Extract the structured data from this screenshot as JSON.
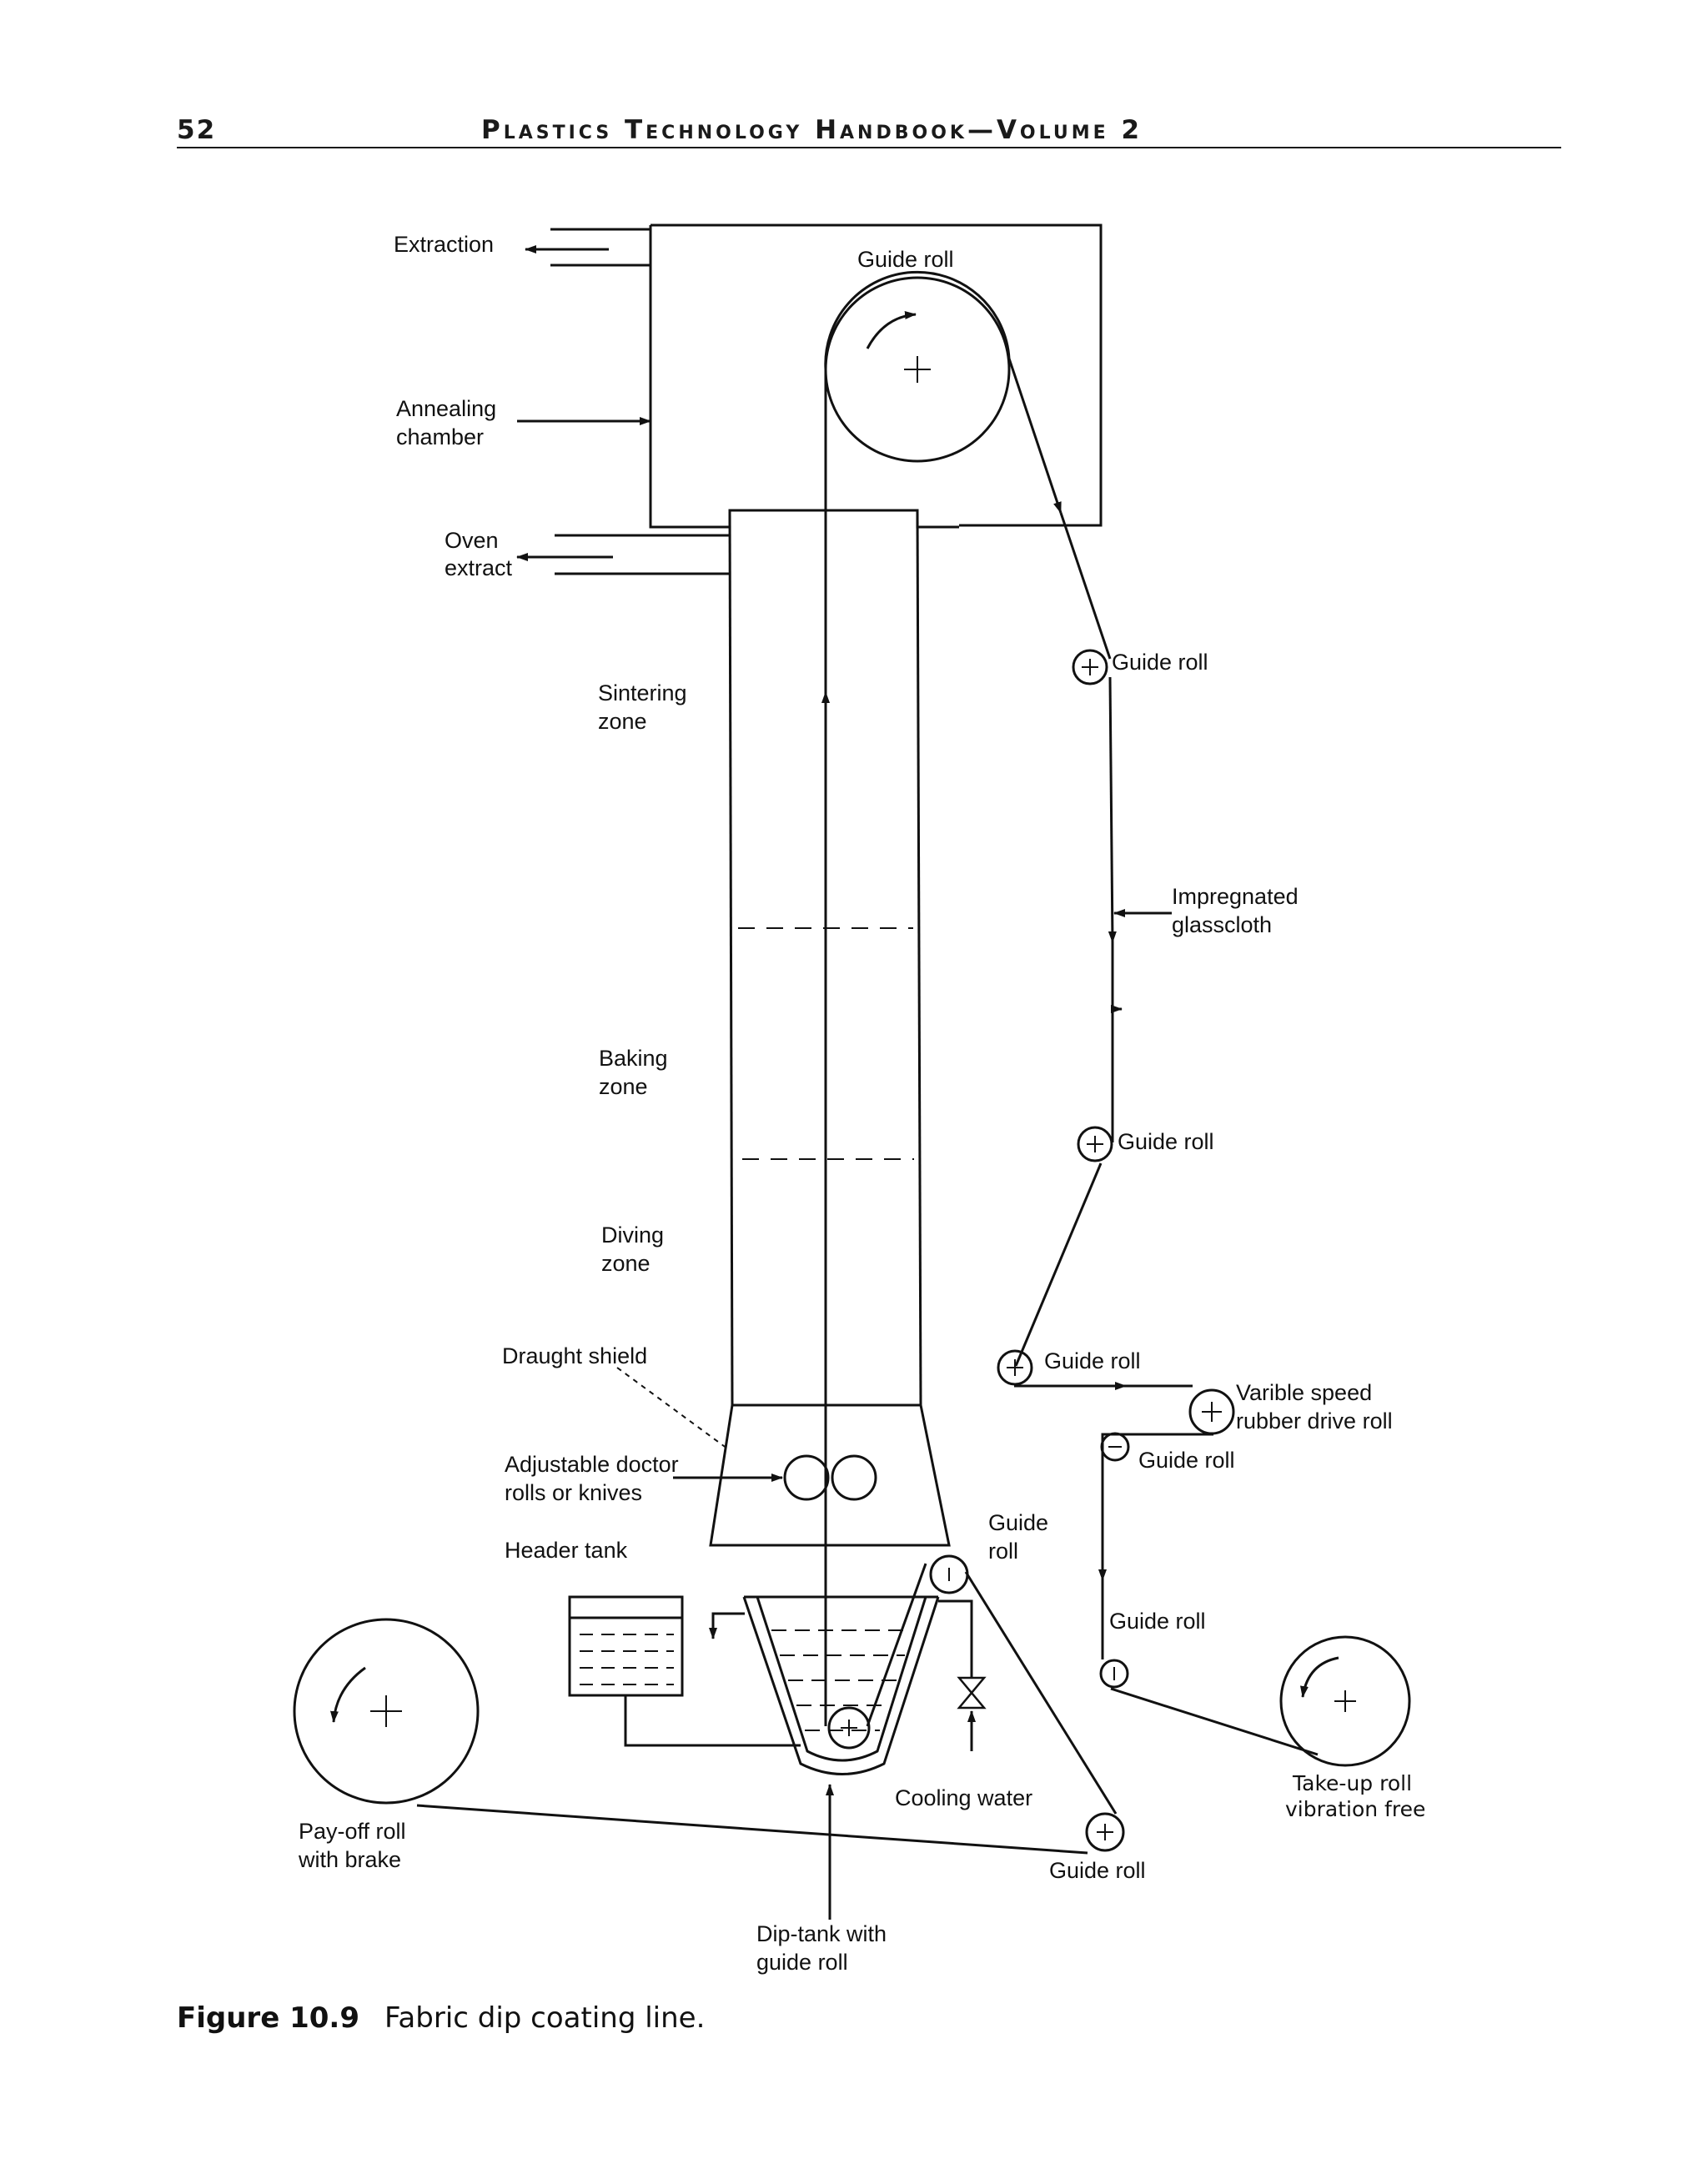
{
  "header": {
    "page_number": "52",
    "running_title": "Plastics Technology Handbook—Volume 2"
  },
  "figure": {
    "labels": {
      "extraction": "Extraction",
      "annealing_1": "Annealing",
      "annealing_2": "chamber",
      "oven_1": "Oven",
      "oven_2": "extract",
      "guide_roll_top": "Guide roll",
      "sintering_1": "Sintering",
      "sintering_2": "zone",
      "guide_roll_r1": "Guide roll",
      "impregnated_1": "Impregnated",
      "impregnated_2": "glasscloth",
      "baking_1": "Baking",
      "baking_2": "zone",
      "guide_roll_r2": "Guide roll",
      "diving_1": "Diving",
      "diving_2": "zone",
      "draught_shield": "Draught shield",
      "guide_roll_r3": "Guide roll",
      "varible_1": "Varible speed",
      "varible_2": "rubber drive roll",
      "doctor_1": "Adjustable doctor",
      "doctor_2": "rolls or knives",
      "guide_roll_r4": "Guide roll",
      "guide_tank_1": "Guide",
      "guide_tank_2": "roll",
      "header_tank": "Header tank",
      "guide_roll_r5": "Guide roll",
      "takeup_1": "Take-up roll",
      "takeup_2": "vibration free",
      "cooling_water": "Cooling water",
      "payoff_1": "Pay-off roll",
      "payoff_2": "with brake",
      "guide_roll_bottom": "Guide roll",
      "diptank_1": "Dip-tank with",
      "diptank_2": "guide roll"
    }
  },
  "caption": {
    "label": "Figure 10.9",
    "text": "Fabric dip coating line."
  }
}
